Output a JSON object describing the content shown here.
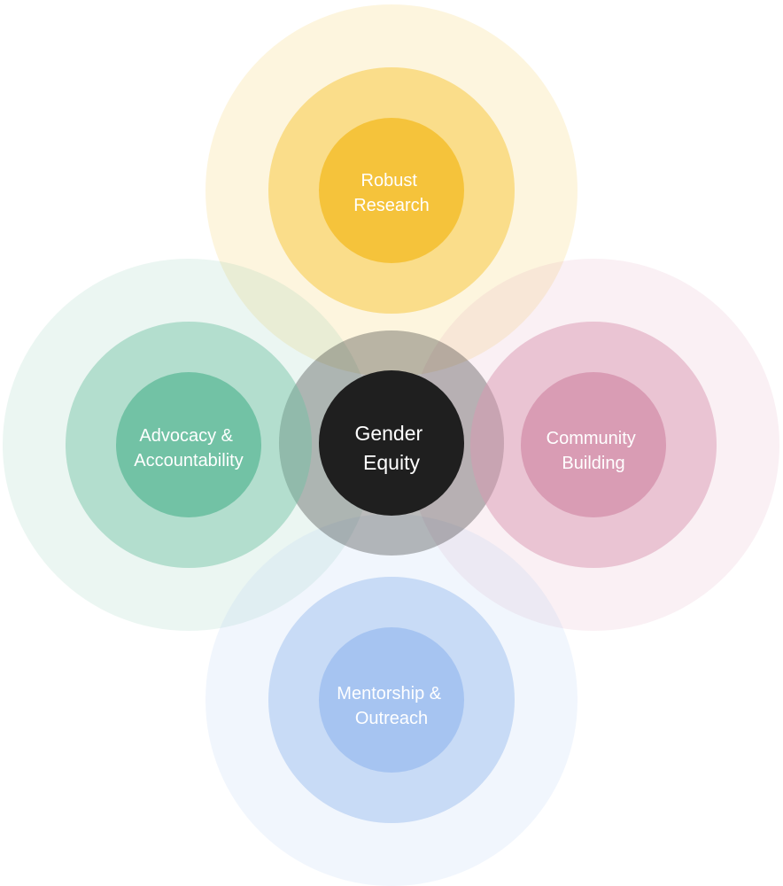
{
  "center": {
    "line1": "Gender",
    "line2": "Equity",
    "color": "#1f1f1f"
  },
  "pillars": [
    {
      "id": "robust-research",
      "line1": "Robust",
      "line2": "Research",
      "color": "#f5c33b"
    },
    {
      "id": "advocacy-accountability",
      "line1": "Advocacy &",
      "line2": "Accountability",
      "color": "#6fc2a2"
    },
    {
      "id": "community-building",
      "line1": "Community",
      "line2": "Building",
      "color": "#d998b2"
    },
    {
      "id": "mentorship-outreach",
      "line1": "Mentorship &",
      "line2": "Outreach",
      "color": "#9fc0f0"
    }
  ]
}
